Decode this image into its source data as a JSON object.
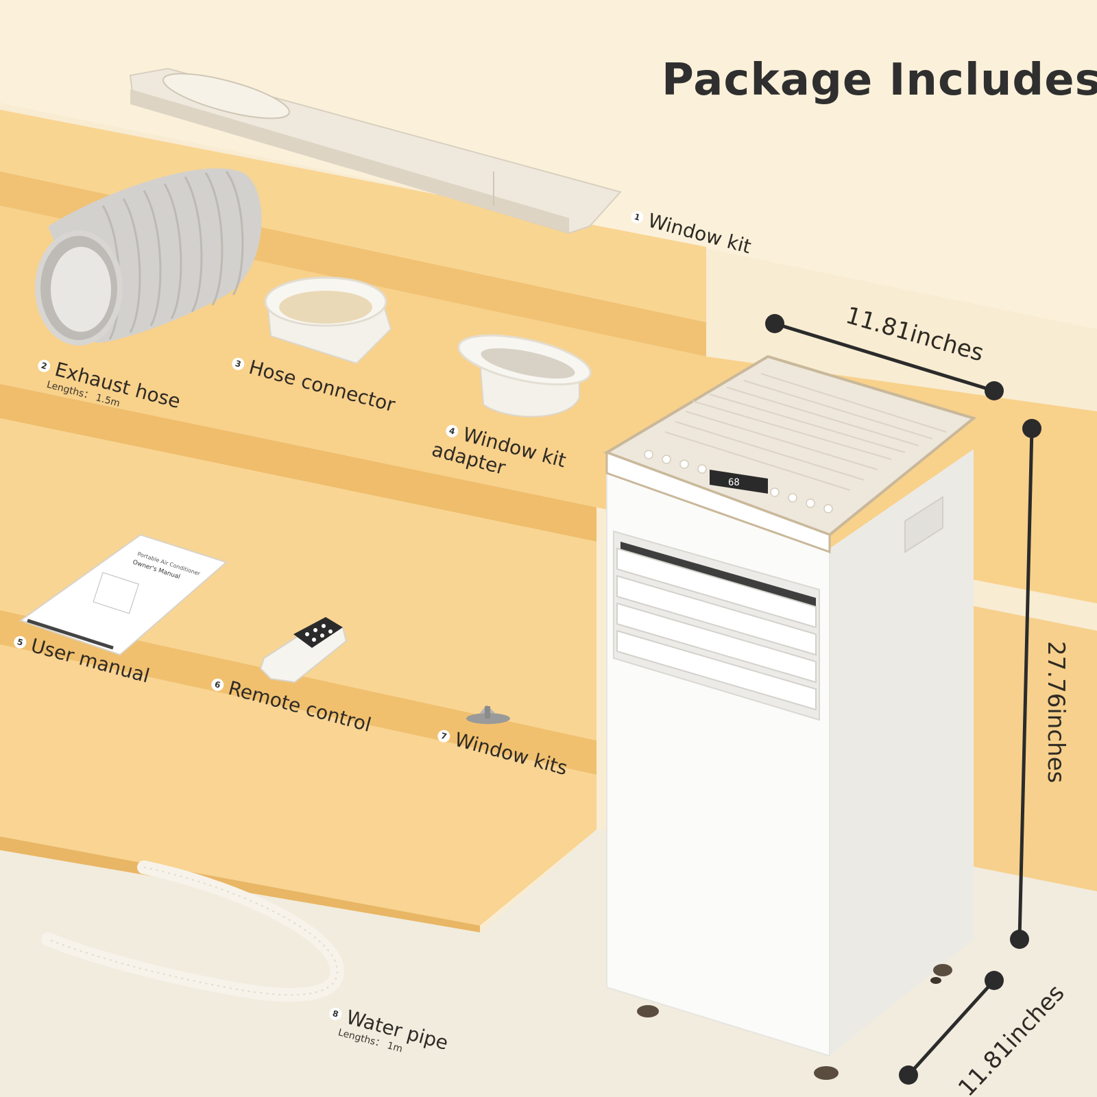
{
  "header": {
    "title": "Package Includes"
  },
  "items": [
    {
      "num": "1",
      "name": "Window kit",
      "icon": "window-kit-panel-icon"
    },
    {
      "num": "2",
      "name": "Exhaust hose",
      "sub": "Lengths： 1.5m",
      "icon": "exhaust-hose-icon"
    },
    {
      "num": "3",
      "name": "Hose connector",
      "icon": "hose-connector-icon"
    },
    {
      "num": "4",
      "name": "Window kit",
      "name2": "adapter",
      "icon": "window-kit-adapter-icon"
    },
    {
      "num": "5",
      "name": "User manual",
      "icon": "user-manual-icon"
    },
    {
      "num": "6",
      "name": "Remote control",
      "icon": "remote-control-icon"
    },
    {
      "num": "7",
      "name": "Window kits",
      "icon": "wing-screw-icon"
    },
    {
      "num": "8",
      "name": "Water pipe",
      "sub": "Lengths： 1m",
      "icon": "water-pipe-icon"
    }
  ],
  "dimensions": {
    "width": "11.81inches",
    "height": "27.76inches",
    "depth": "11.81inches"
  },
  "unit": {
    "display": "68"
  },
  "manual": {
    "brand_line": "Portable Air Conditioner",
    "title": "Owner's Manual"
  },
  "colors": {
    "background": "#f6ead0",
    "step": "#f8d592",
    "text": "#2f2f2f",
    "unit_body": "#fbfbf9",
    "accent": "#c9b89a"
  }
}
